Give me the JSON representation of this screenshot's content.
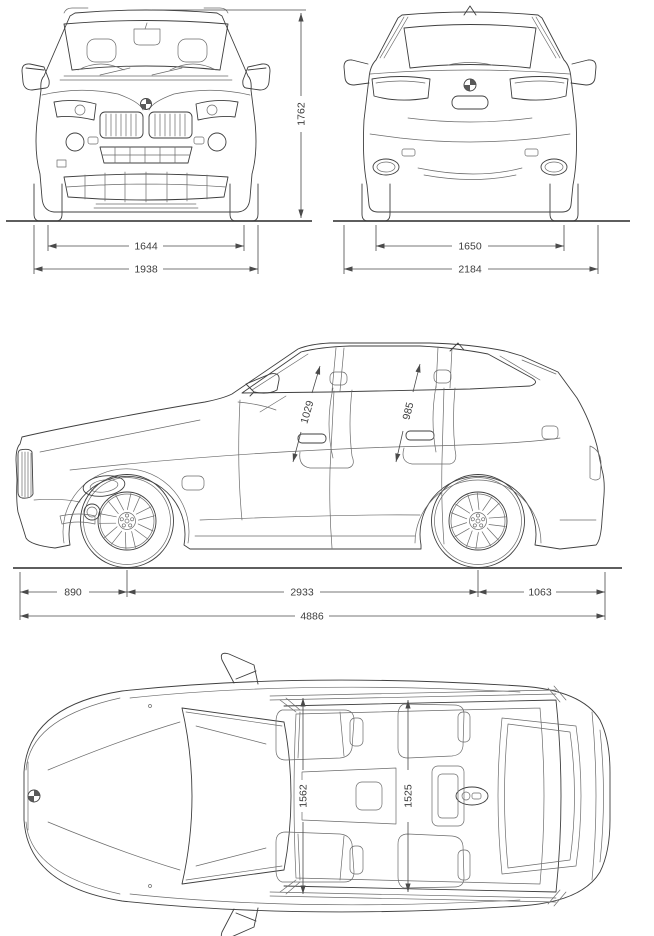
{
  "document": {
    "type": "vehicle-dimension-blueprint",
    "vehicle": "SUV technical drawing",
    "background": "#ffffff",
    "line_color": "#3f3f3f",
    "dimension_line_color": "#4a4a4a",
    "unit": "mm"
  },
  "dims": {
    "front": {
      "track": "1644",
      "width": "1938",
      "height": "1762"
    },
    "rear": {
      "track": "1650",
      "width_mirrors": "2184"
    },
    "side": {
      "headroom_front": "1029",
      "headroom_rear": "985",
      "overhang_front": "890",
      "wheelbase": "2933",
      "overhang_rear": "1063",
      "length": "4886"
    },
    "top": {
      "interior_width_front": "1562",
      "interior_width_rear": "1525"
    }
  }
}
